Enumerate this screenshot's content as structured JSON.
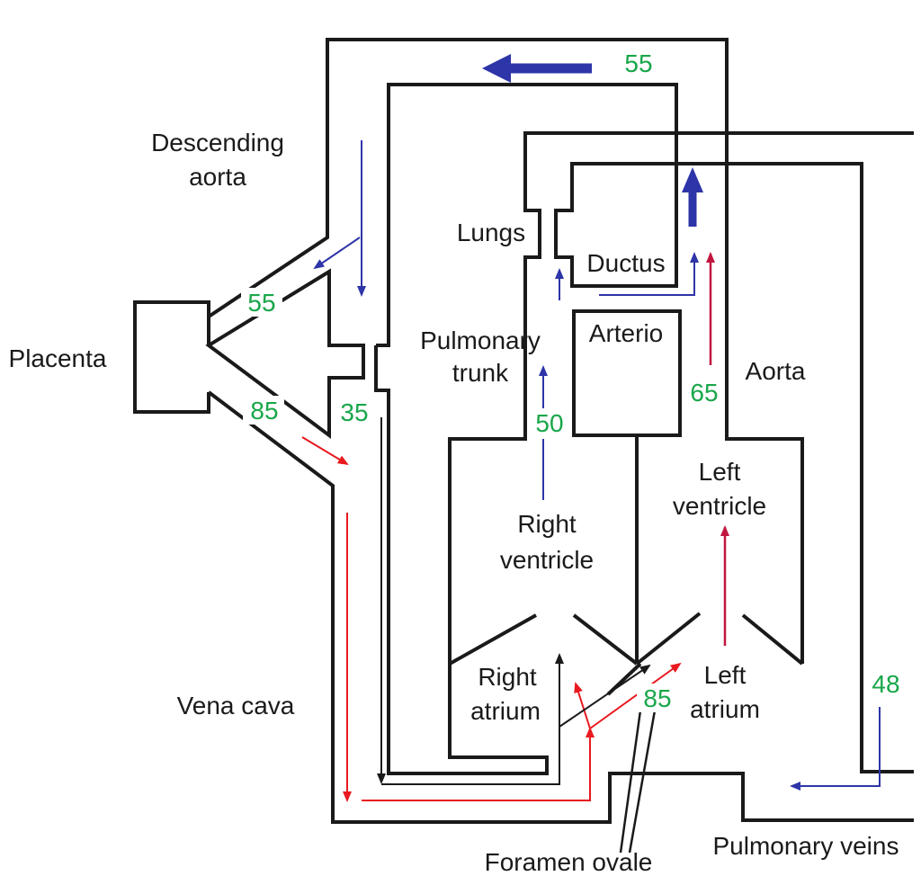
{
  "labels": {
    "descending_aorta_1": "Descending",
    "descending_aorta_2": "aorta",
    "placenta": "Placenta",
    "lungs": "Lungs",
    "ductus": "Ductus",
    "arterio": "Arterio",
    "pulmonary_trunk_1": "Pulmonary",
    "pulmonary_trunk_2": "trunk",
    "aorta": "Aorta",
    "left_ventricle_1": "Left",
    "left_ventricle_2": "ventricle",
    "right_ventricle_1": "Right",
    "right_ventricle_2": "ventricle",
    "right_atrium_1": "Right",
    "right_atrium_2": "atrium",
    "left_atrium_1": "Left",
    "left_atrium_2": "atrium",
    "vena_cava": "Vena cava",
    "foramen_ovale": "Foramen ovale",
    "pulmonary_veins": "Pulmonary veins"
  },
  "saturations": {
    "top_return": "55",
    "umbilical_artery": "55",
    "umbilical_vein": "85",
    "lower_body": "35",
    "pulmonary_trunk": "50",
    "ascending_aorta": "65",
    "left_atrium": "85",
    "pulmonary_veins": "48"
  },
  "colors": {
    "deoxygenated_flow": "#2e35a8",
    "oxygenated_flow": "#e8191f",
    "mixed_flow": "#c0163f",
    "venous_flow": "#1a1a1a",
    "saturation_text": "#19a64a"
  }
}
